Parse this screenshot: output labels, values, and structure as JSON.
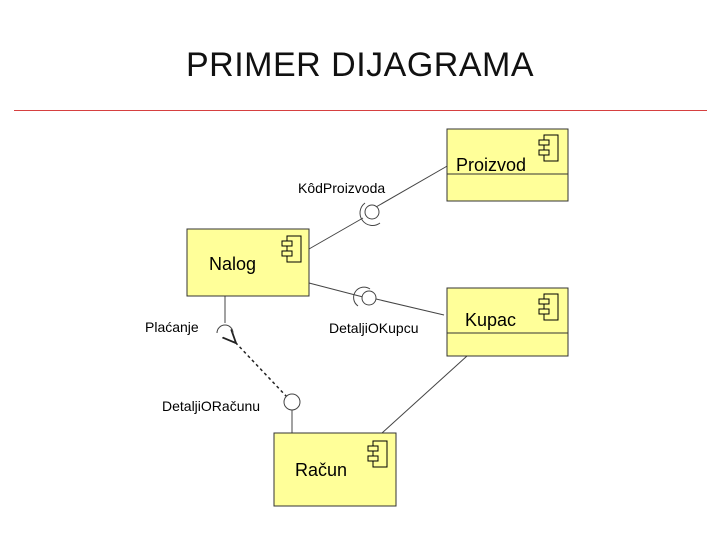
{
  "title": "PRIMER DIJAGRAMA",
  "colors": {
    "component_fill": "#FFFF99",
    "title_rule": "#D64040",
    "line": "#444444"
  },
  "components": {
    "proizvod": "Proizvod",
    "nalog": "Nalog",
    "kupac": "Kupac",
    "racun": "Račun"
  },
  "interfaces": {
    "kod_proizvoda": "KôdProizvoda",
    "detalji_o_kupcu": "DetaljiOKupcu",
    "placanje": "Plaćanje",
    "detalji_o_racunu": "DetaljiORačunu"
  },
  "icon": "uml-component-icon"
}
